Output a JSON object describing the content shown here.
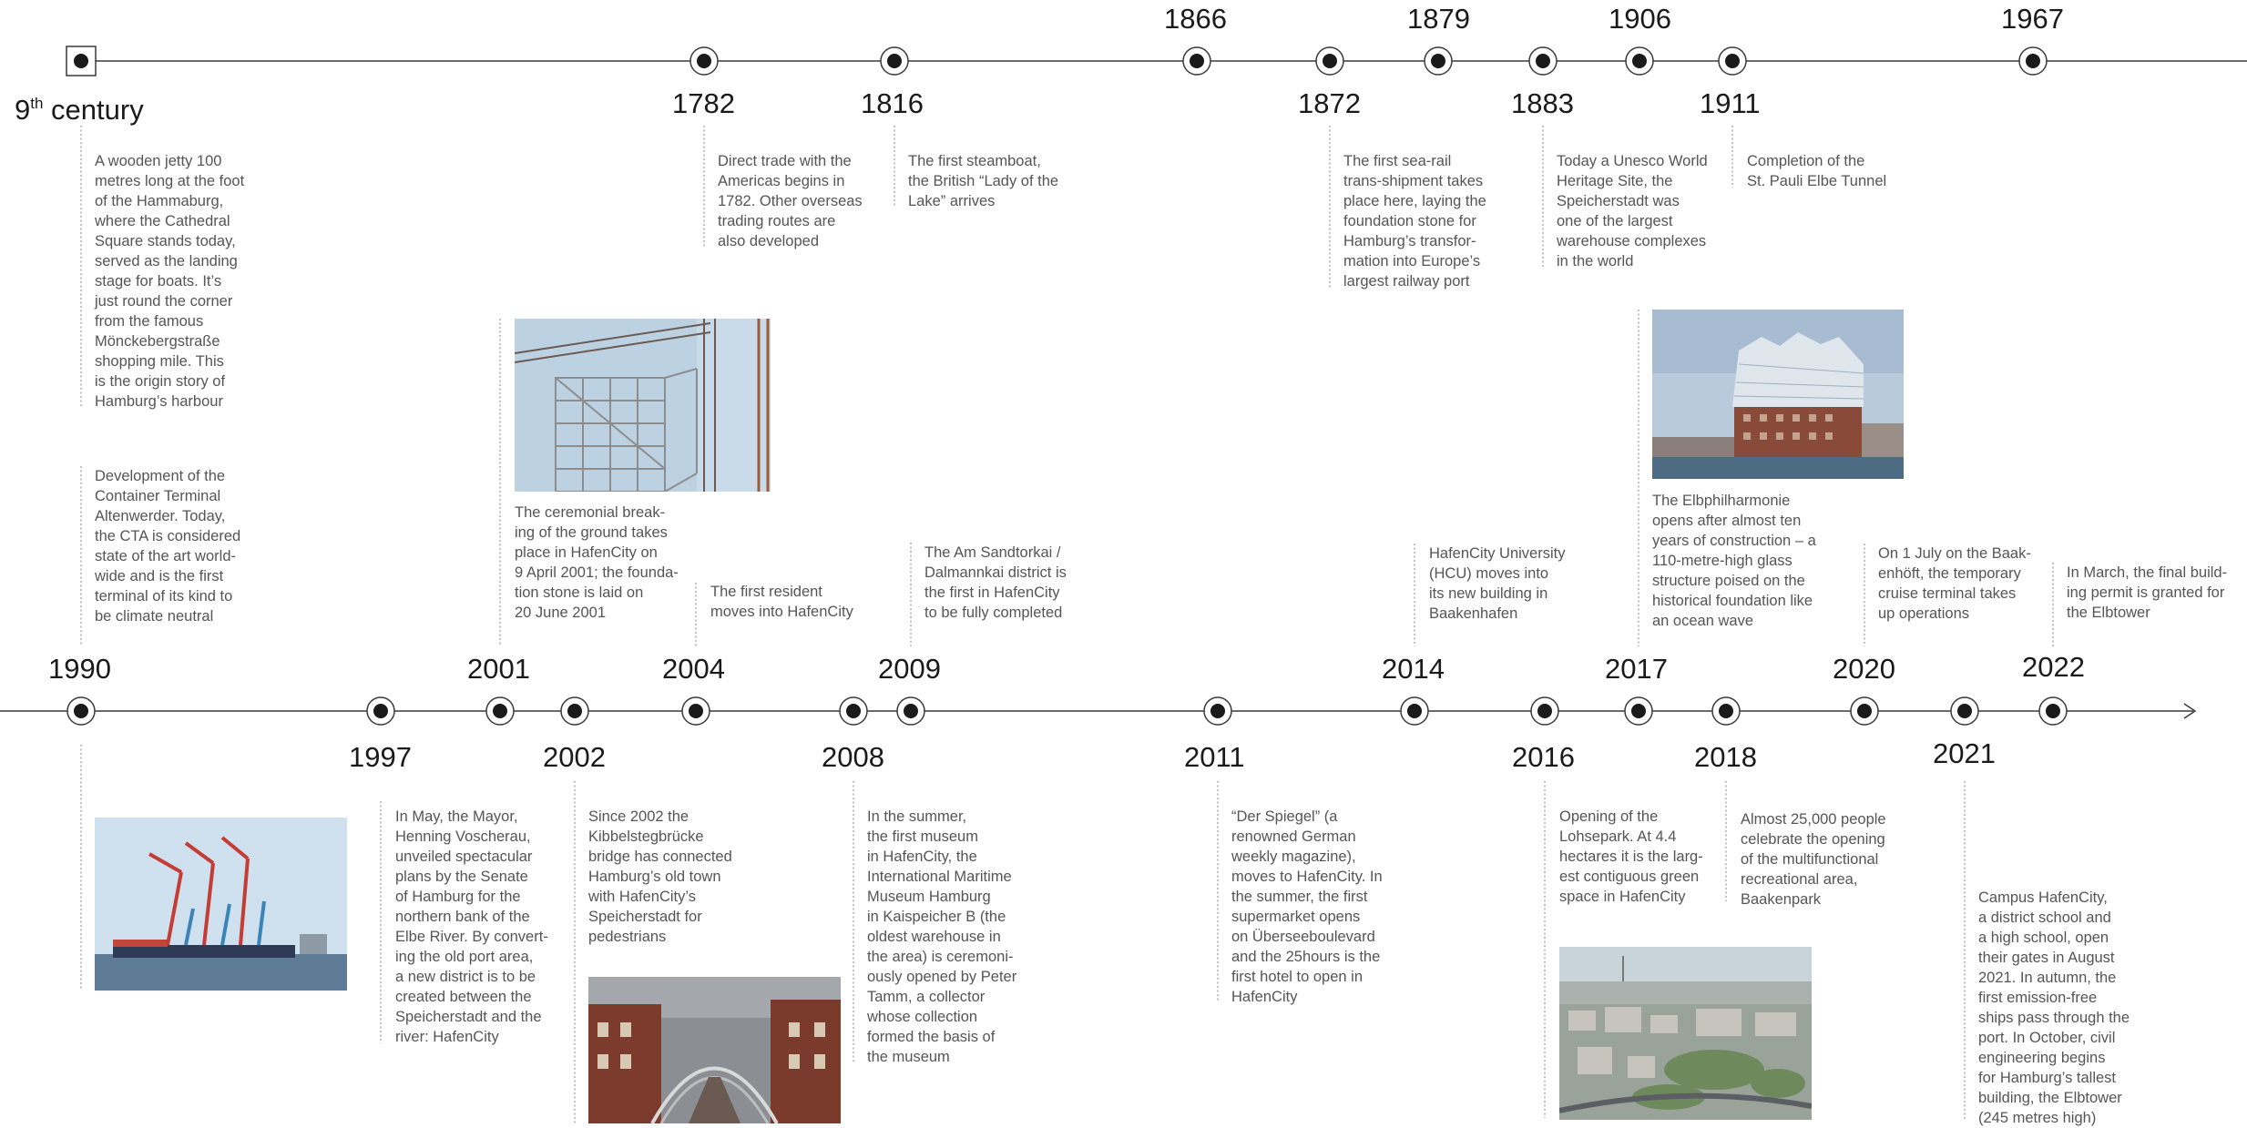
{
  "colors": {
    "line": "#3a3a3a",
    "dot": "#1a1a1a",
    "text": "#555555",
    "year": "#1a1a1a",
    "connector": "#9a9a9a"
  },
  "top_timeline": {
    "events": [
      {
        "id": "9th",
        "year_main": "9",
        "year_sup": "th",
        "year_rest": " century",
        "text": "A wooden jetty 100\nmetres long at the foot\nof the Hammaburg,\nwhere the Cathedral\nSquare stands today,\nserved as the landing\nstage for boats. It’s\njust round the corner\nfrom the famous\nMönckebergstraße\nshopping mile. This\nis the origin story of\nHamburg’s harbour"
      },
      {
        "id": "1782",
        "year": "1782",
        "text": "Direct trade with the\nAmericas begins in\n1782. Other overseas\ntrading routes are\nalso developed"
      },
      {
        "id": "1816",
        "year": "1816",
        "text": "The first steamboat,\nthe British “Lady of the\nLake” arrives"
      },
      {
        "id": "1866",
        "year": "1866"
      },
      {
        "id": "1872",
        "year": "1872",
        "text": "The first sea-rail\ntrans-shipment takes\nplace here, laying the\nfoundation stone for\nHamburg’s transfor-\nmation into Europe’s\nlargest railway port"
      },
      {
        "id": "1879",
        "year": "1879"
      },
      {
        "id": "1883",
        "year": "1883",
        "text": "Today a Unesco World\nHeritage Site, the\nSpeicherstadt was\none of the largest\nwarehouse complexes\nin the world"
      },
      {
        "id": "1906",
        "year": "1906"
      },
      {
        "id": "1911",
        "year": "1911",
        "text": "Completion of the\nSt. Pauli Elbe Tunnel"
      },
      {
        "id": "1967",
        "year": "1967"
      }
    ]
  },
  "bottom_timeline": {
    "events": [
      {
        "id": "1990",
        "year": "1990",
        "text_above": "Development of the\nContainer Terminal\nAltenwerder. Today,\nthe CTA is considered\nstate of the art world-\nwide and is the first\nterminal of its kind to\nbe climate neutral",
        "image": "container-terminal-photo"
      },
      {
        "id": "1997",
        "year": "1997",
        "text": "In May, the Mayor,\nHenning Voscherau,\nunveiled spectacular\nplans by the Senate\nof Hamburg for the\nnorthern bank of the\nElbe River. By convert-\ning the old port area,\na new district is to be\ncreated between the\nSpeicherstadt and the\nriver: HafenCity"
      },
      {
        "id": "2001",
        "year": "2001",
        "text": "The ceremonial break-\ning of the ground takes\nplace in HafenCity on\n9 April 2001; the founda-\ntion stone is laid on\n20 June 2001",
        "image": "construction-crane-photo"
      },
      {
        "id": "2002",
        "year": "2002",
        "text": "Since 2002 the\nKibbelstegbrücke\nbridge has connected\nHamburg’s old town\nwith HafenCity’s\nSpeicherstadt for\npedestrians",
        "image": "kibbelsteg-bridge-photo"
      },
      {
        "id": "2004",
        "year": "2004",
        "text": "The first resident\nmoves into HafenCity"
      },
      {
        "id": "2008",
        "year": "2008",
        "text": "In the summer,\nthe first museum\nin HafenCity, the\nInternational Maritime\nMuseum Hamburg\nin Kaispeicher B (the\noldest warehouse in\nthe area) is ceremoni-\nously opened by Peter\nTamm, a collector\nwhose collection\nformed the basis of\nthe museum"
      },
      {
        "id": "2009",
        "year": "2009",
        "text": "The Am Sandtorkai /\nDalmannkai district is\nthe first in HafenCity\nto be fully completed"
      },
      {
        "id": "2011",
        "year": "2011",
        "text": "“Der Spiegel” (a\nrenowned German\nweekly magazine),\nmoves to HafenCity. In\nthe summer, the first\nsupermarket opens\non Überseeboulevard\nand the 25hours is the\nfirst hotel to open in\nHafenCity"
      },
      {
        "id": "2014",
        "year": "2014",
        "text": "HafenCity University\n(HCU) moves into\nits new building in\nBaakenhafen"
      },
      {
        "id": "2016",
        "year": "2016",
        "text": "Opening of the\nLohsepark. At 4.4\nhectares it is the larg-\nest contiguous green\nspace in HafenCity",
        "image": "aerial-city-photo"
      },
      {
        "id": "2017",
        "year": "2017",
        "text": "The Elbphilharmonie\nopens after almost ten\nyears of construction – a\n110-metre-high glass\nstructure poised on the\nhistorical foundation like\nan ocean wave",
        "image": "elbphilharmonie-photo"
      },
      {
        "id": "2018",
        "year": "2018",
        "text": "Almost 25,000 people\ncelebrate the opening\nof the multifunctional\nrecreational area,\nBaakenpark"
      },
      {
        "id": "2020",
        "year": "2020",
        "text": "On 1 July on the Baak-\nenhöft, the temporary\ncruise terminal takes\nup operations"
      },
      {
        "id": "2021",
        "year": "2021",
        "text": "Campus HafenCity,\na district school and\na high school, open\ntheir gates in August\n2021. In autumn, the\nfirst emission-free\nships pass through the\nport. In October, civil\nengineering begins\nfor Hamburg’s tallest\nbuilding, the Elbtower\n(245 metres high)"
      },
      {
        "id": "2022",
        "year": "2022",
        "text": "In March, the final build-\ning permit is granted for\nthe Elbtower"
      }
    ]
  }
}
